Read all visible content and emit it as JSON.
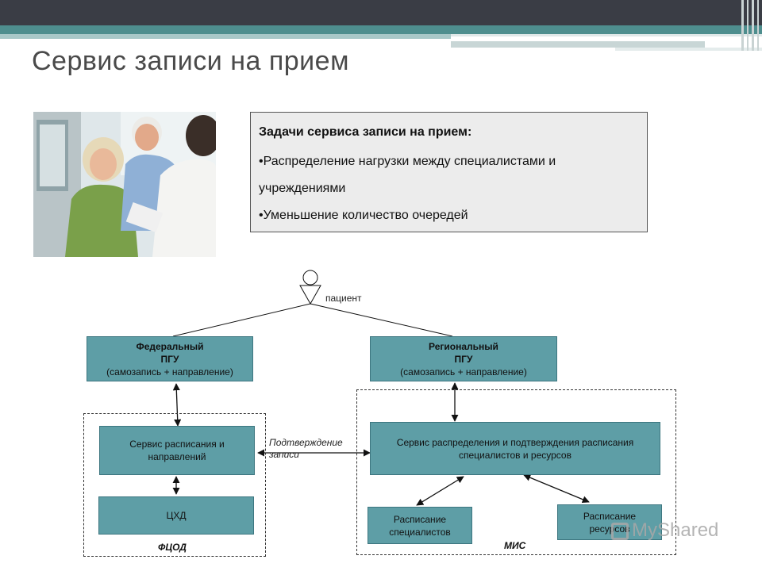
{
  "slide": {
    "title": "Сервис записи на прием"
  },
  "tasks": {
    "heading": "Задачи сервиса записи на прием:",
    "items": [
      "•Распределение нагрузки между специалистами и",
      "учреждениями",
      "•Уменьшение количество очередей"
    ]
  },
  "diagram": {
    "actor_label": "пациент",
    "federal_pgu": {
      "line1": "Федеральный",
      "line2": "ПГУ",
      "line3": "(самозапись + направление)"
    },
    "regional_pgu": {
      "line1": "Региональный",
      "line2": "ПГУ",
      "line3": "(самозапись + направление)"
    },
    "schedule_service": {
      "line1": "Сервис расписания и",
      "line2": "направлений"
    },
    "cxd": "ЦХД",
    "fcod_label": "ФЦОД",
    "confirmation": {
      "line1": "Подтверждение",
      "line2": "записи"
    },
    "distribution_service": {
      "line1": "Сервис распределения и подтверждения расписания",
      "line2": "специалистов и ресурсов"
    },
    "specialists_schedule": {
      "line1": "Расписание",
      "line2": "специалистов"
    },
    "resources_schedule": {
      "line1": "Расписание",
      "line2": "ресурсов"
    },
    "mis_label": "МИС"
  },
  "watermark": "MyShared",
  "colors": {
    "box_fill": "#5e9ea6",
    "box_border": "#3d7680",
    "top_bar": "#3a3d45",
    "accent_band": "#4e8e8e"
  }
}
